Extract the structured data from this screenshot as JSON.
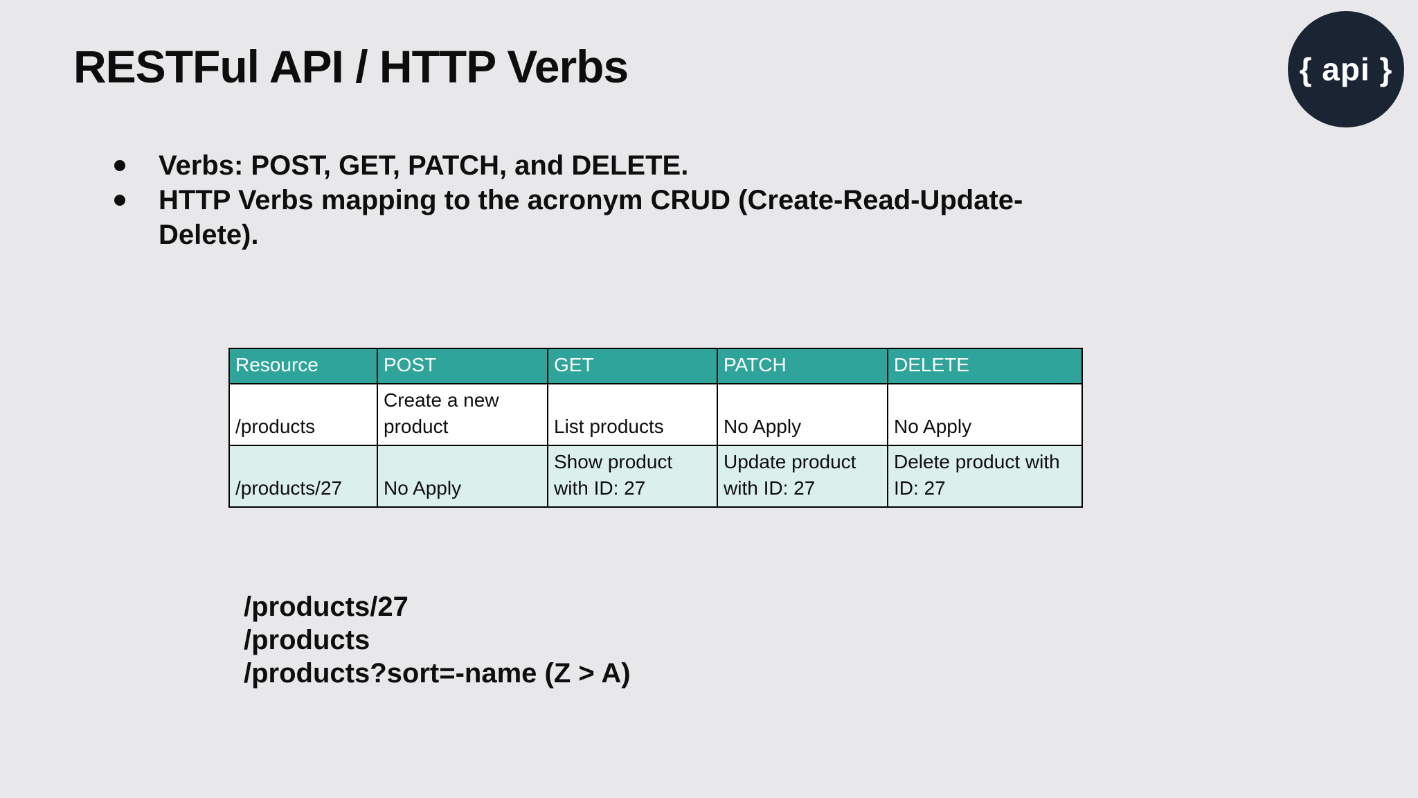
{
  "slide": {
    "title": "RESTFul API / HTTP Verbs",
    "logo": {
      "text": "{ api }"
    },
    "bullets": [
      "Verbs: POST, GET, PATCH, and DELETE.",
      "HTTP Verbs mapping to the acronym CRUD (Create-Read-Update-\nDelete)."
    ],
    "table": {
      "headers": [
        "Resource",
        "POST",
        "GET",
        "PATCH",
        "DELETE"
      ],
      "rows": [
        [
          "/products",
          "Create a new\nproduct",
          "List products",
          "No Apply",
          "No Apply"
        ],
        [
          "/products/27",
          "No Apply",
          "Show product\nwith ID: 27",
          "Update product\nwith ID: 27",
          "Delete product with\nID: 27"
        ]
      ]
    },
    "examples": [
      "/products/27",
      "/products",
      "/products?sort=-name (Z > A)"
    ],
    "colors": {
      "header_bg": "#2fa49a",
      "row_alt_bg": "#dbefec",
      "logo_bg": "#1b2433",
      "background": "#e8e8ea",
      "text": "#0e0e0e"
    }
  }
}
